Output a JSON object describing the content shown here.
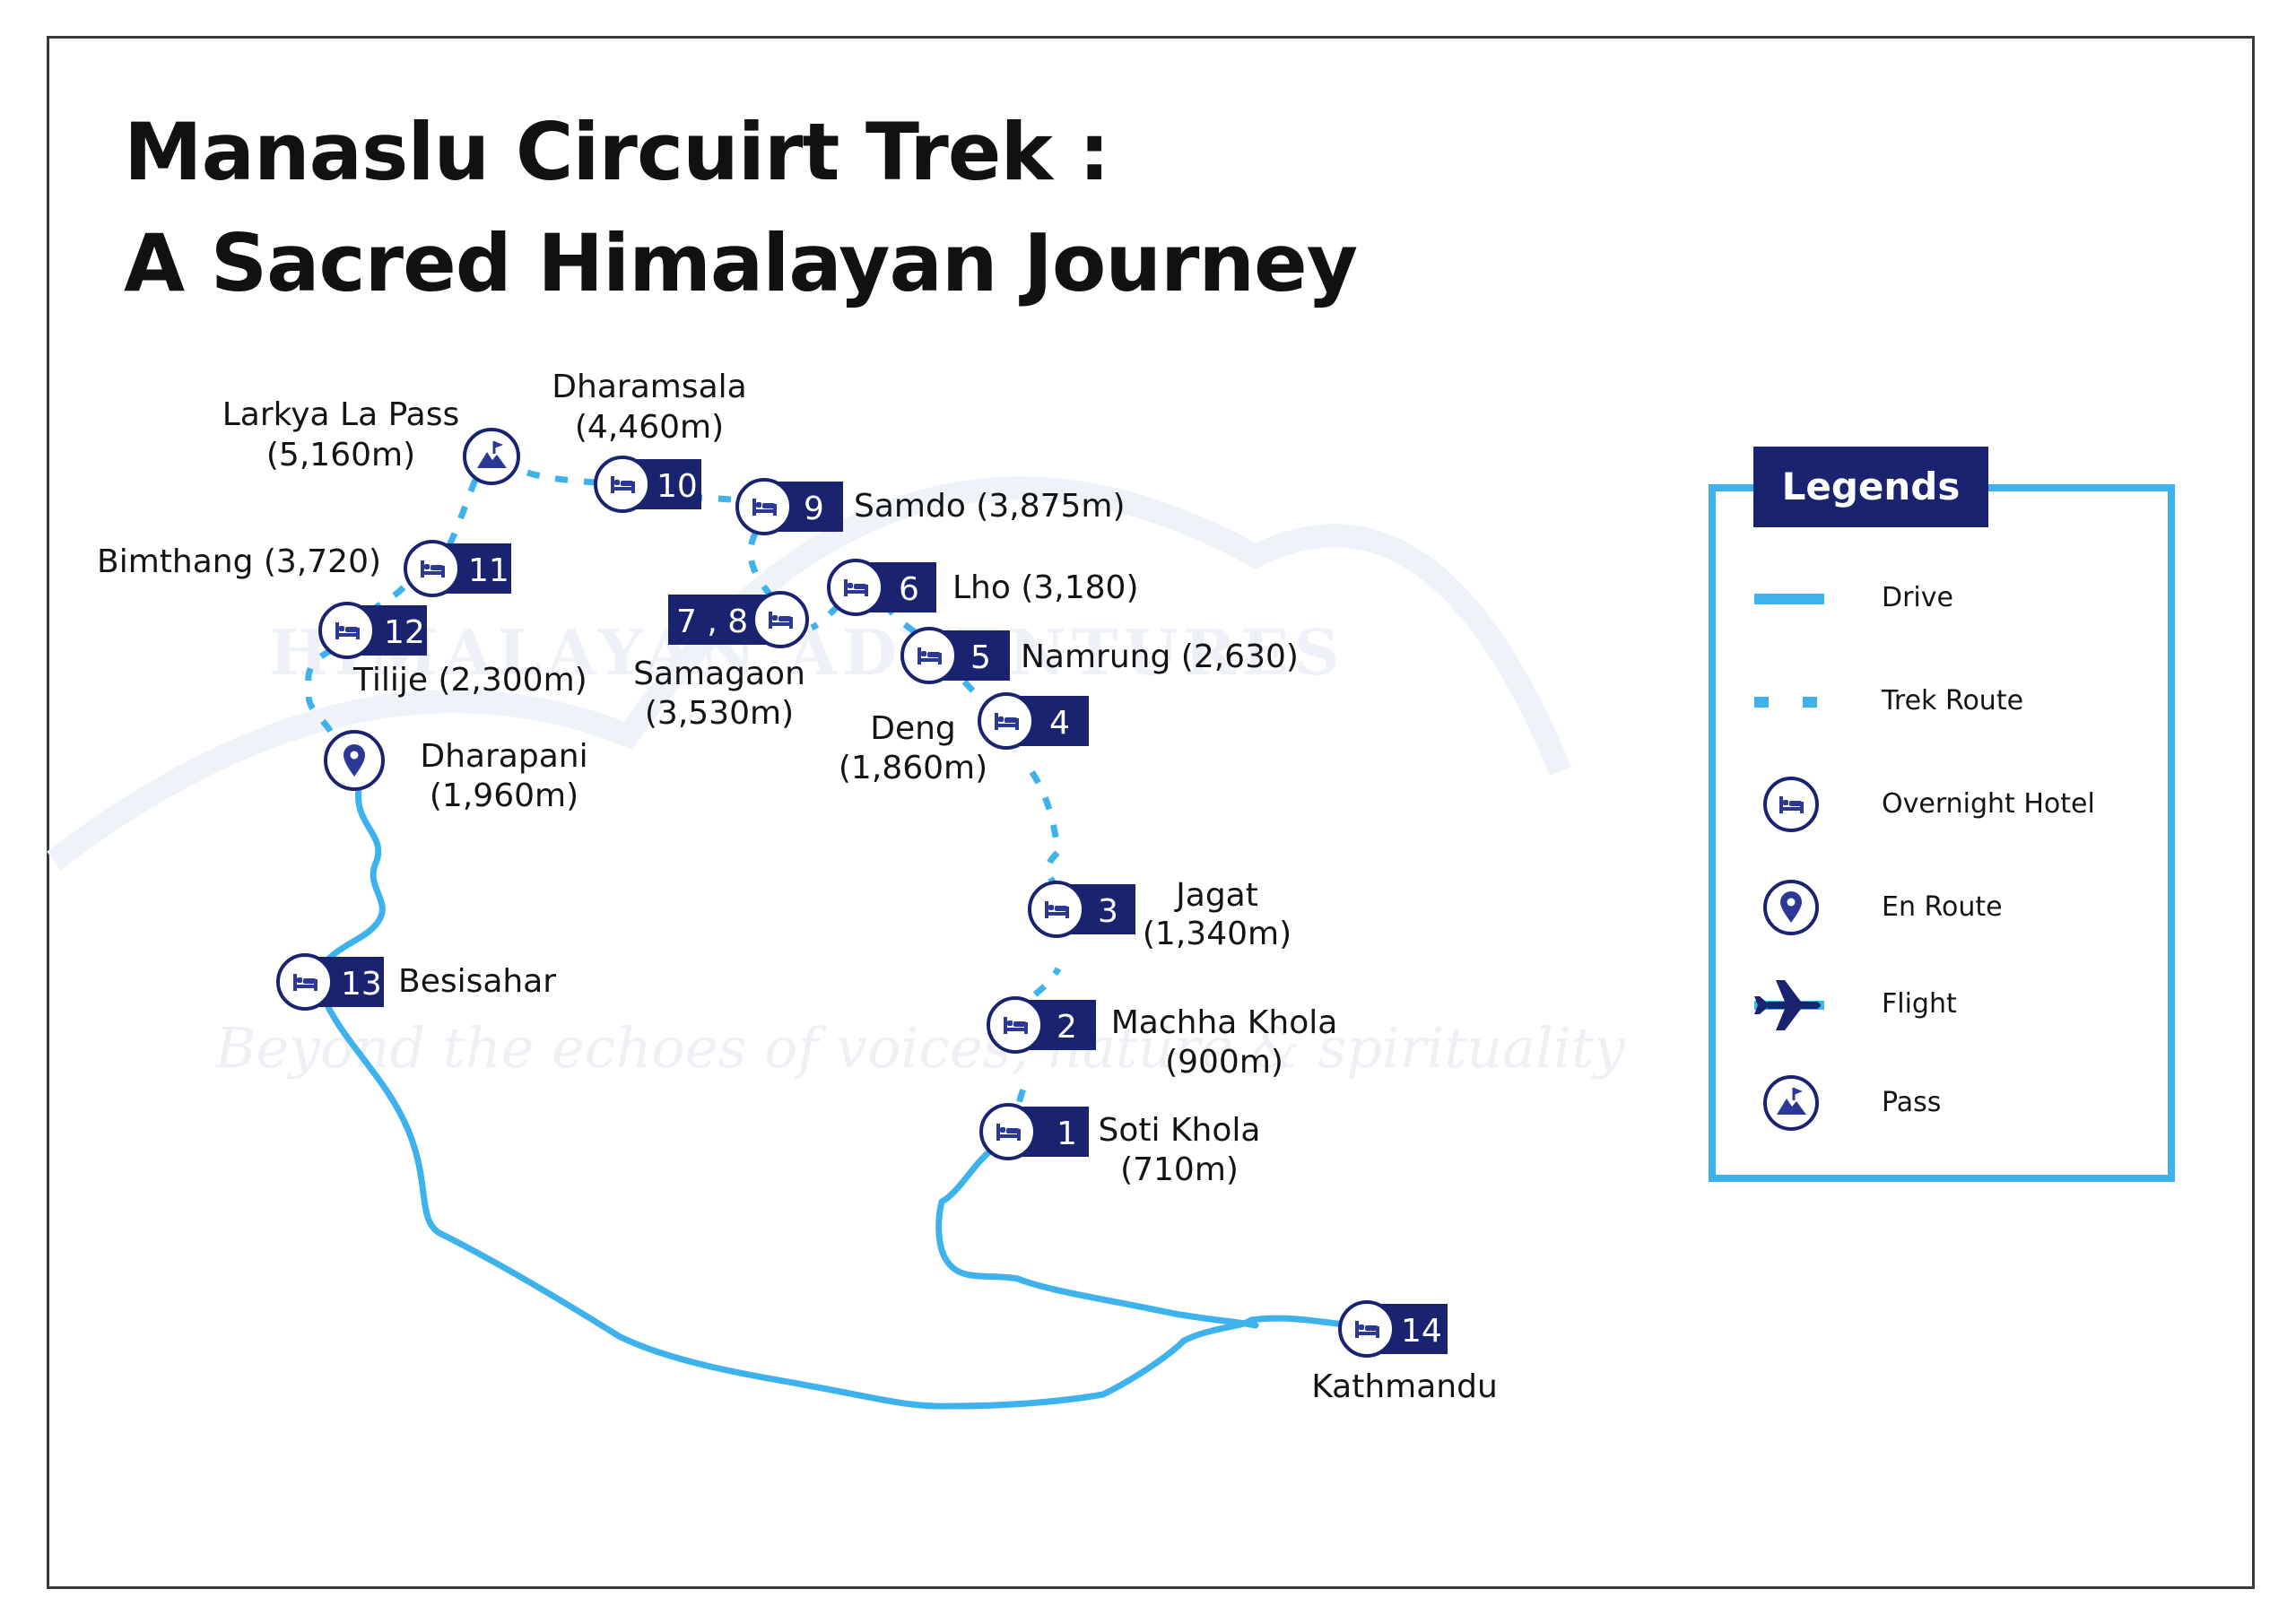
{
  "title": {
    "line1": "Manaslu Circuirt Trek :",
    "line2": "A Sacred Himalayan Journey"
  },
  "colors": {
    "route": "#3eb2ed",
    "badge": "#1a2370",
    "icon": "#2b3896",
    "text": "#141414"
  },
  "watermark": {
    "brand": "HIMALAYAN ADVENTURES",
    "tagline": "Beyond the echoes of voices, nature & spirituality"
  },
  "stops": [
    {
      "num": "1",
      "icon": "bed-icon",
      "name": "Soti Khola",
      "elev": "(710m)"
    },
    {
      "num": "2",
      "icon": "bed-icon",
      "name": "Machha Khola",
      "elev": "(900m)"
    },
    {
      "num": "3",
      "icon": "bed-icon",
      "name": "Jagat",
      "elev": "(1,340m)"
    },
    {
      "num": "4",
      "icon": "bed-icon",
      "name": "Deng",
      "elev": "(1,860m)"
    },
    {
      "num": "5",
      "icon": "bed-icon",
      "name": "Namrung (2,630)",
      "elev": ""
    },
    {
      "num": "6",
      "icon": "bed-icon",
      "name": "Lho (3,180)",
      "elev": ""
    },
    {
      "num": "7 , 8",
      "icon": "bed-icon",
      "name": "Samagaon",
      "elev": "(3,530m)"
    },
    {
      "num": "9",
      "icon": "bed-icon",
      "name": "Samdo (3,875m)",
      "elev": ""
    },
    {
      "num": "10",
      "icon": "bed-icon",
      "name": "Dharamsala",
      "elev": "(4,460m)"
    },
    {
      "num": "",
      "icon": "pass-icon",
      "name": "Larkya La Pass",
      "elev": "(5,160m)"
    },
    {
      "num": "11",
      "icon": "bed-icon",
      "name": "Bimthang (3,720)",
      "elev": ""
    },
    {
      "num": "12",
      "icon": "bed-icon",
      "name": "Tilije (2,300m)",
      "elev": ""
    },
    {
      "num": "",
      "icon": "location-pin-icon",
      "name": "Dharapani",
      "elev": "(1,960m)"
    },
    {
      "num": "13",
      "icon": "bed-icon",
      "name": "Besisahar",
      "elev": ""
    },
    {
      "num": "14",
      "icon": "bed-icon",
      "name": "Kathmandu",
      "elev": ""
    }
  ],
  "legend": {
    "title": "Legends",
    "items": [
      {
        "label": "Drive",
        "symbol": "solid-line"
      },
      {
        "label": "Trek Route",
        "symbol": "dashed-line"
      },
      {
        "label": "Overnight Hotel",
        "symbol": "bed-icon"
      },
      {
        "label": "En Route",
        "symbol": "location-pin-icon"
      },
      {
        "label": "Flight",
        "symbol": "airplane-icon"
      },
      {
        "label": "Pass",
        "symbol": "pass-icon"
      }
    ]
  }
}
